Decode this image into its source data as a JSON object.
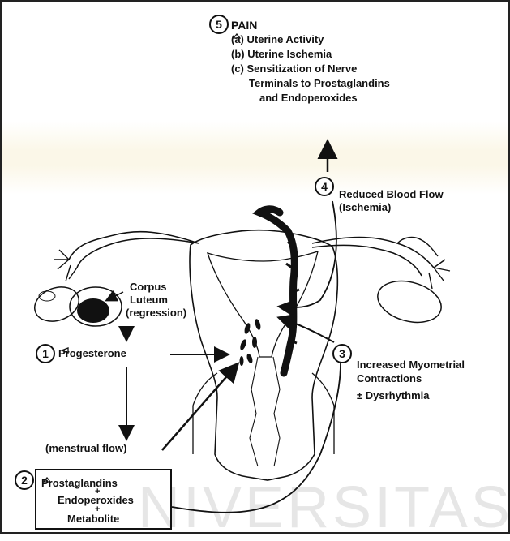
{
  "step5": {
    "num": "5",
    "title": "PAIN",
    "items": [
      {
        "marker": "(a)",
        "text": "Uterine Activity",
        "icon": "open-triangle-icon"
      },
      {
        "marker": "(b)",
        "text": "Uterine Ischemia"
      },
      {
        "marker": "(c)",
        "text": "Sensitization of Nerve"
      }
    ],
    "cont1": "Terminals to Prostaglandins",
    "cont2": "and Endoperoxides"
  },
  "step4": {
    "num": "4",
    "line1": "Reduced  Blood  Flow",
    "line2": "(Ischemia)"
  },
  "corpus": {
    "line1": "Corpus",
    "line2": "Luteum",
    "line3": "(regression)"
  },
  "step1": {
    "num": "1",
    "label": "Progesterone",
    "icon": "open-triangle-icon"
  },
  "step3": {
    "num": "3",
    "line1": "Increased  Myometrial",
    "line2": "Contractions",
    "line3": "± Dysrhythmia"
  },
  "menstrual": "(menstrual  flow)",
  "step2": {
    "num": "2",
    "line1": "Prostaglandins",
    "plus1": "+",
    "line2": "Endoperoxides",
    "plus2": "+",
    "line3": "Metabolite",
    "icon": "open-triangle-icon"
  },
  "watermark": "NIVERSITAS"
}
